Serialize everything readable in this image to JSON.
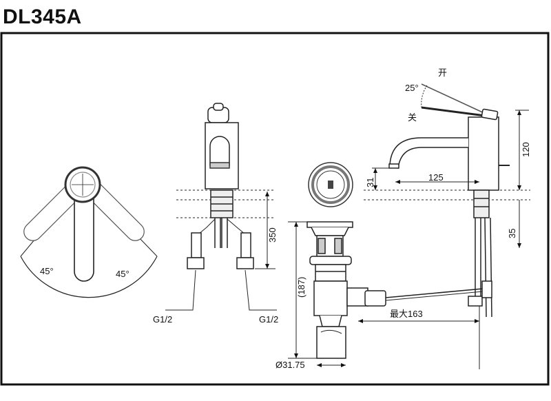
{
  "title": "DL345A",
  "angles": {
    "left": "45°",
    "right": "45°",
    "handle_tilt": "25°"
  },
  "handle_labels": {
    "open": "开",
    "closed": "关"
  },
  "dimensions": {
    "supply_height": "350",
    "height": "120",
    "spout_reach": "125",
    "spout_height": "31",
    "below_deck": "35",
    "drain_length": "(187)",
    "max_rod": "最大163",
    "drain_diameter": "Ø31.75"
  },
  "connections": {
    "left": "G1/2",
    "right": "G1/2"
  }
}
